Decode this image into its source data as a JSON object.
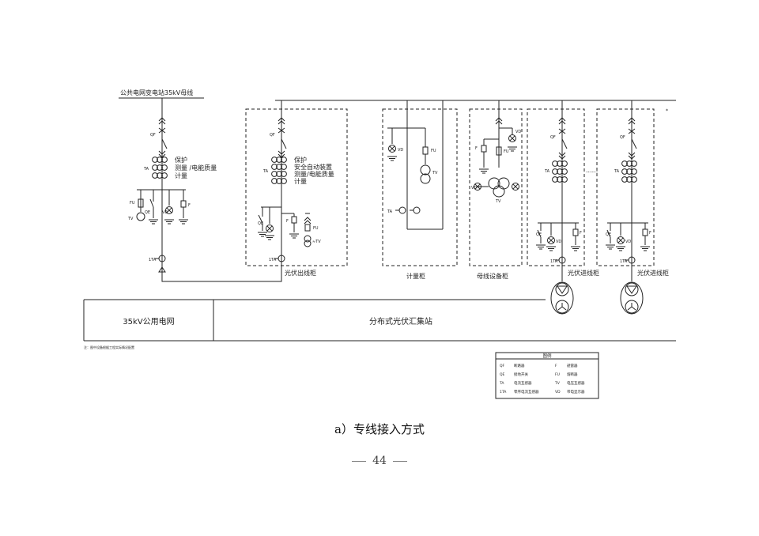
{
  "labels": {
    "bus_title": "公共电网变电站35kV母线",
    "left_prot1": "保护",
    "left_prot2": "测量 /电能质量",
    "left_prot3": "计量",
    "mid_prot1": "保护",
    "mid_prot2": "安全自动装置",
    "mid_prot3": "测量/电能质量",
    "mid_prot4": "计量",
    "qf": "QF",
    "ta": "TA",
    "ta1": "1TA",
    "fu": "FU",
    "tv": "TV",
    "qe": "QE",
    "vd": "VD",
    "f": "F",
    "tvs": "≈TV",
    "dots": "......",
    "star": "*"
  },
  "cabinets": {
    "outlet": "光伏出线柜",
    "meter": "计量柜",
    "busbar": "母线设备柜",
    "inlet1": "光伏进线柜",
    "inlet2": "光伏进线柜"
  },
  "zones": {
    "left": "35kV公用电网",
    "right": "分布式光伏汇集站"
  },
  "note": "注：图中设备根据工程实际情况配置",
  "legend": {
    "title": "图例",
    "rows": [
      {
        "k1": "QF",
        "v1": "断路器",
        "k2": "F",
        "v2": "避雷器"
      },
      {
        "k1": "QE",
        "v1": "接地开关",
        "k2": "FU",
        "v2": "熔断器"
      },
      {
        "k1": "TA",
        "v1": "电流互感器",
        "k2": "TV",
        "v2": "电压互感器"
      },
      {
        "k1": "1TA",
        "v1": "零序电流互感器",
        "k2": "VD",
        "v2": "带电显示器"
      }
    ]
  },
  "caption": "a）专线接入方式",
  "page_number": "44"
}
